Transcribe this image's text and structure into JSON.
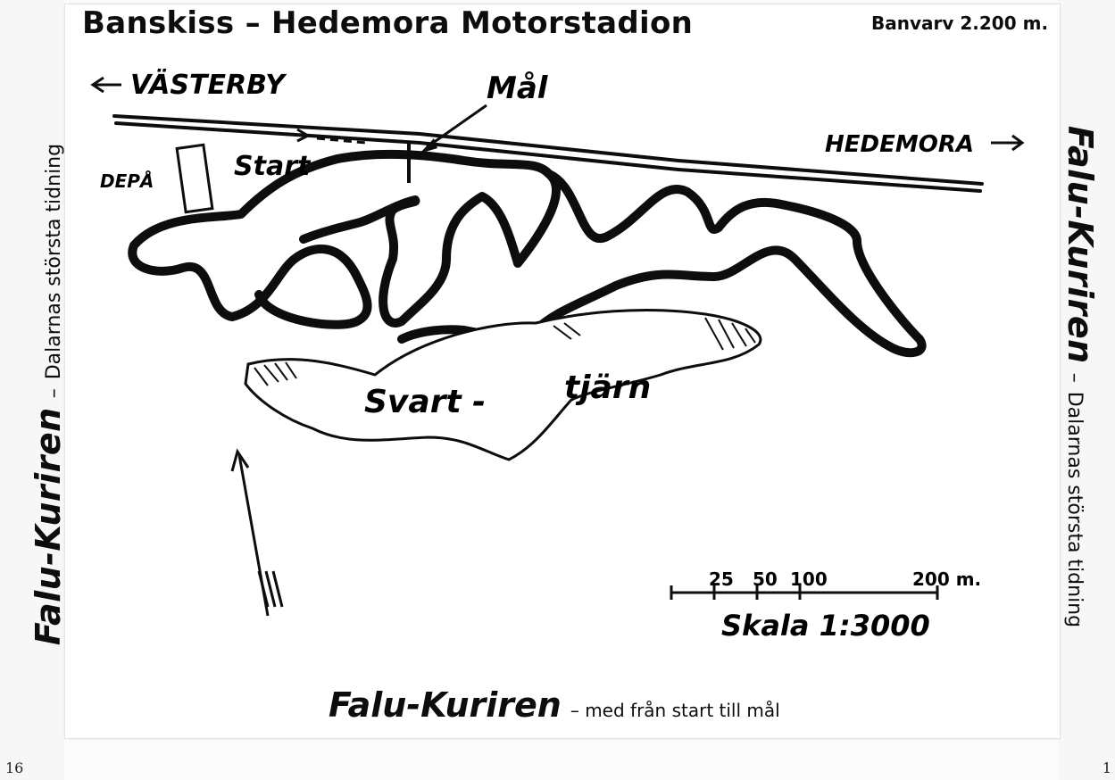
{
  "document": {
    "title": "Banskiss – Hedemora Motorstadion",
    "track_length": "Banvarv 2.200 m.",
    "map_labels": {
      "vasterby": "VÄSTERBY",
      "hedemora": "HEDEMORA",
      "mal": "Mål",
      "start": "Start",
      "depa": "DEPÅ",
      "lake_part1": "Svart -",
      "lake_part2": "tjärn"
    },
    "scale": {
      "ticks": [
        "25",
        "50",
        "100",
        "200 m."
      ],
      "label": "Skala 1:3000"
    },
    "side_left": {
      "brand": "Falu-Kuriren",
      "dash": "–",
      "tagline": "Dalarnas största tidning"
    },
    "side_right": {
      "brand": "Falu-Kuriren",
      "dash": "–",
      "tagline": "Dalarnas största tidning"
    },
    "footer": {
      "brand": "Falu-Kuriren",
      "slogan": "– med från start till mål"
    },
    "page_numbers": {
      "left": "16",
      "right": "1"
    }
  },
  "colors": {
    "ink": "#0d0d0d",
    "ghost": "#c9d2db"
  }
}
